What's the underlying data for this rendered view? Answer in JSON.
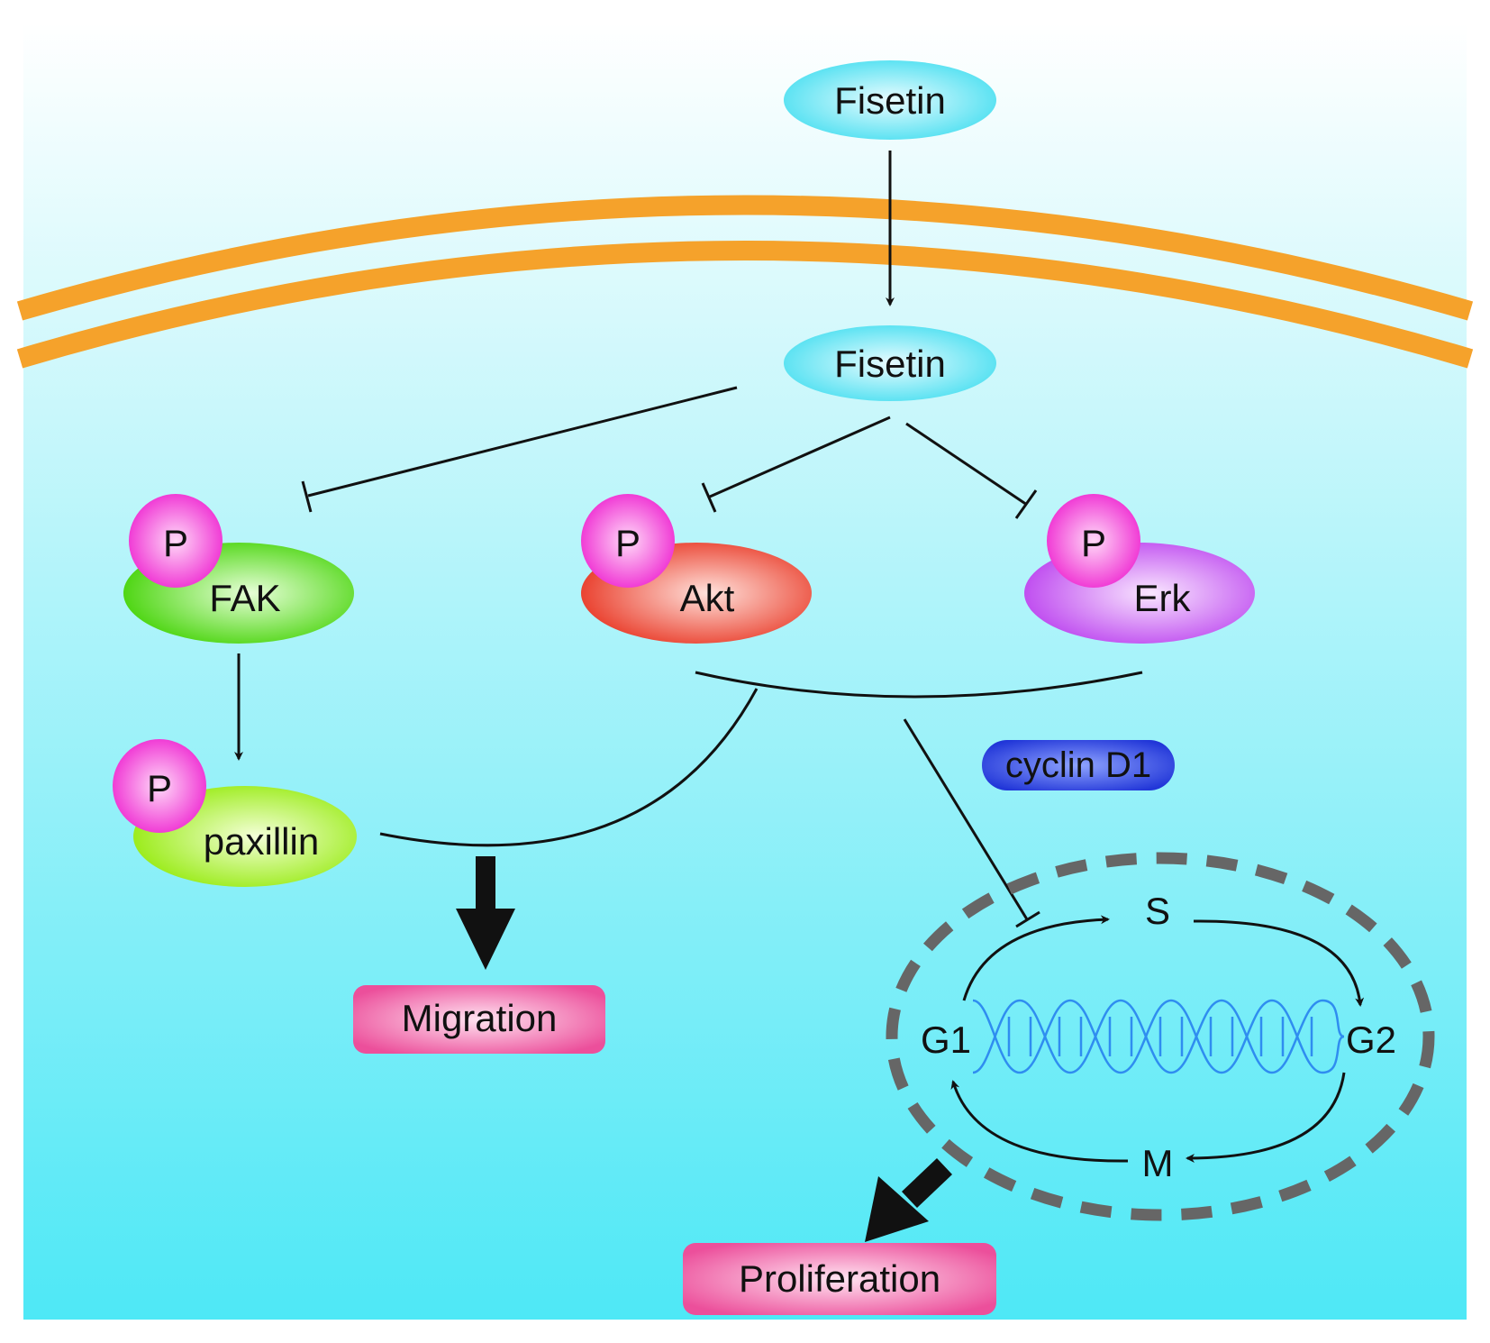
{
  "nodes": {
    "fisetin_outside": "Fisetin",
    "fisetin_inside": "Fisetin",
    "fak": "FAK",
    "akt": "Akt",
    "erk": "Erk",
    "paxillin": "paxillin",
    "cyclin_d1": "cyclin D1",
    "migration": "Migration",
    "proliferation": "Proliferation"
  },
  "phospho_label": "P",
  "cell_cycle": {
    "phases": [
      "S",
      "G2",
      "M",
      "G1"
    ]
  },
  "colors": {
    "background_top": "#ffffff",
    "background_bottom": "#4ee8f6",
    "membrane": "#f5a22b",
    "fisetin": "#5fe3f3",
    "fak": "#5cdb1f",
    "akt": "#ee4c3a",
    "erk": "#c55af1",
    "paxillin": "#a6ee2a",
    "phosphate": "#f23ad6",
    "cyclin_d1": "#2b47e6",
    "outcome": "#ef5aa2",
    "dna": "#2f8df0",
    "nucleus_border": "#666666"
  }
}
